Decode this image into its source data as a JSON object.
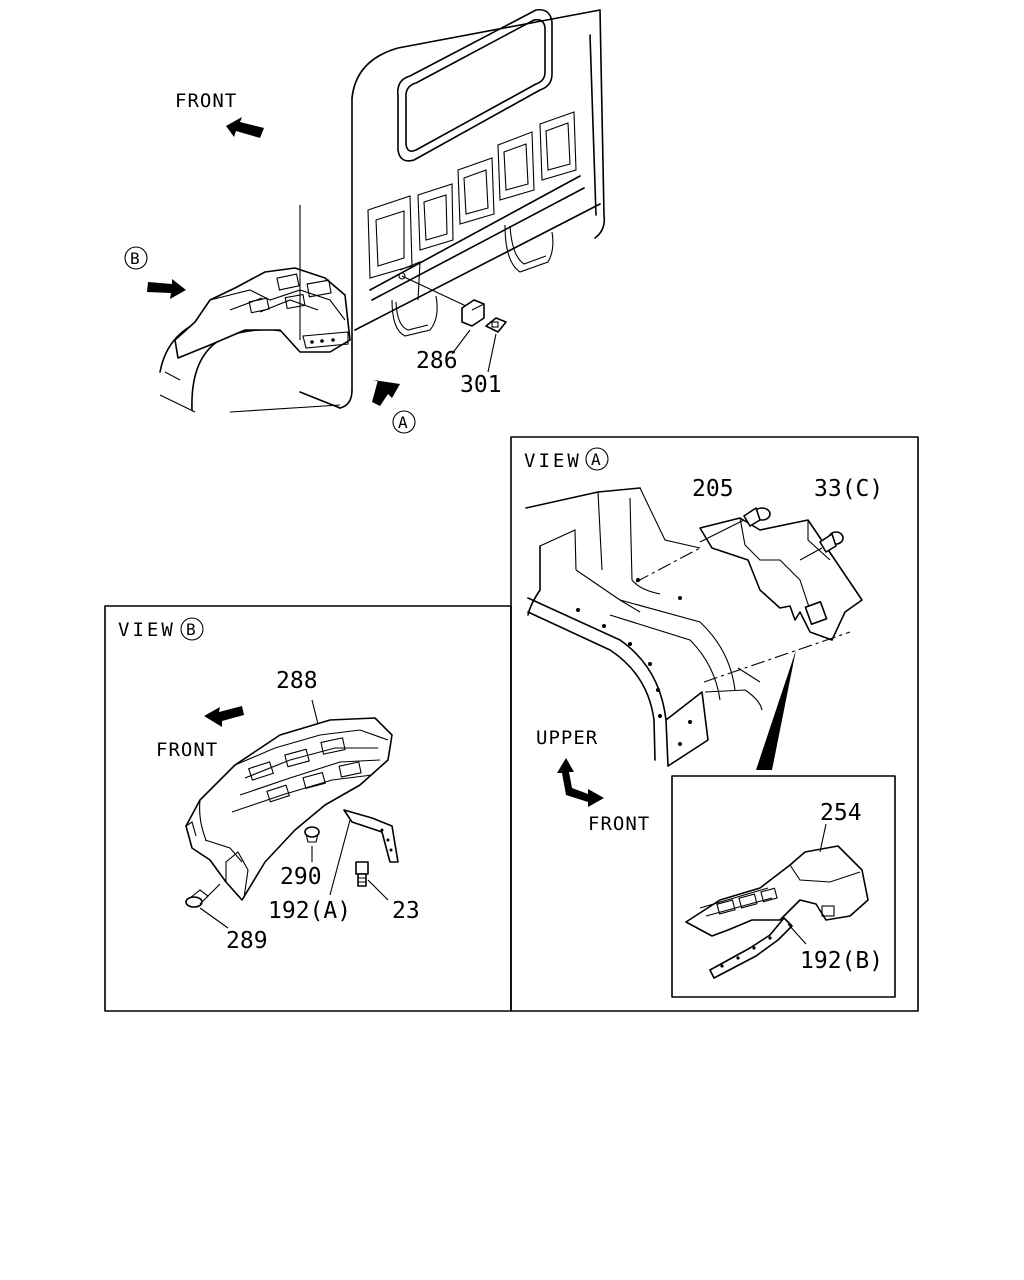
{
  "main_view": {
    "front_label": "FRONT",
    "marker_b": "B",
    "marker_a": "A",
    "callouts": {
      "c286": "286",
      "c301": "301"
    }
  },
  "view_a": {
    "prefix": "VIEW",
    "marker": "A",
    "upper_label": "UPPER",
    "front_label": "FRONT",
    "callouts": {
      "c205": "205",
      "c33": "33(C)",
      "c254": "254",
      "c192b": "192(B)"
    }
  },
  "view_b": {
    "prefix": "VIEW",
    "marker": "B",
    "front_label": "FRONT",
    "callouts": {
      "c288": "288",
      "c290": "290",
      "c192a": "192(A)",
      "c23": "23",
      "c289": "289"
    }
  }
}
